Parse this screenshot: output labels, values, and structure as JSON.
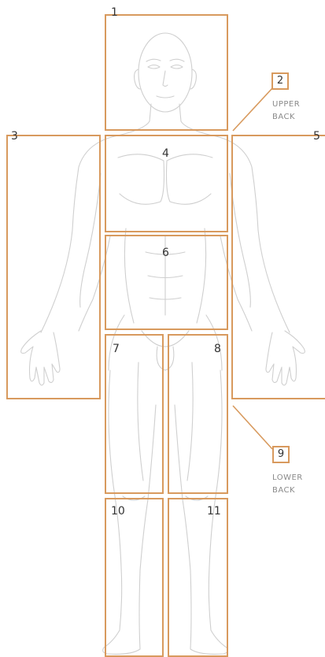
{
  "zones": [
    {
      "id": "1",
      "label": "1"
    },
    {
      "id": "3",
      "label": "3"
    },
    {
      "id": "4",
      "label": "4"
    },
    {
      "id": "5",
      "label": "5"
    },
    {
      "id": "6",
      "label": "6"
    },
    {
      "id": "7",
      "label": "7"
    },
    {
      "id": "8",
      "label": "8"
    },
    {
      "id": "10",
      "label": "10"
    },
    {
      "id": "11",
      "label": "11"
    }
  ],
  "back_regions": {
    "upper": {
      "number": "2",
      "line1": "UPPER",
      "line2": "BACK"
    },
    "lower": {
      "number": "9",
      "line1": "LOWER",
      "line2": "BACK"
    }
  },
  "colors": {
    "box_border": "#d89a5e",
    "body_outline": "#cccccc",
    "text": "#333333",
    "caption": "#8a8a8a"
  }
}
